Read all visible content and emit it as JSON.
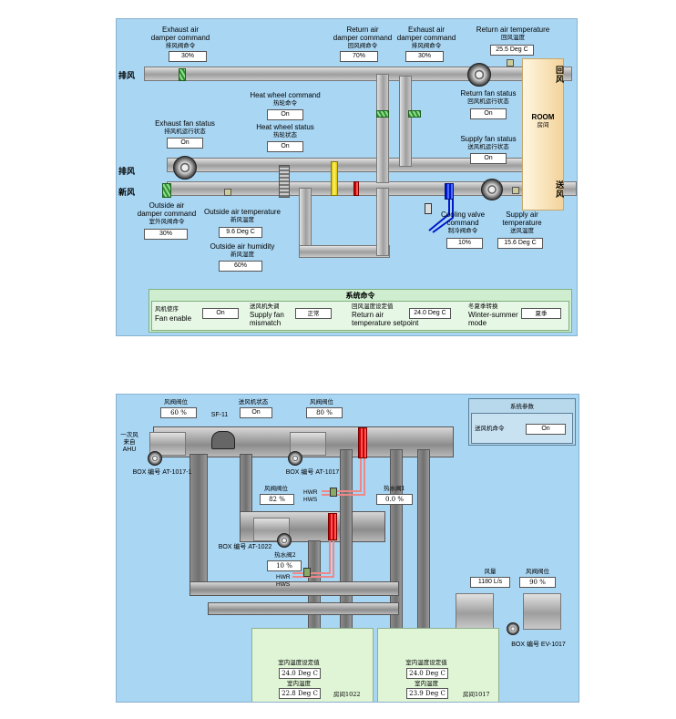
{
  "top": {
    "side": {
      "exhaust_top": "排风",
      "exhaust_mid": "排风",
      "fresh": "新风",
      "return": "回\n风",
      "supply": "送\n风"
    },
    "exhaust_damper": {
      "label1": "Exhaust air",
      "label2": "damper command",
      "cn": "排风阀命令",
      "value": "30%"
    },
    "return_damper": {
      "label1": "Return air",
      "label2": "damper command",
      "cn": "回风阀命令",
      "value": "70%"
    },
    "exhaust_damper2": {
      "label1": "Exhaust air",
      "label2": "damper command",
      "cn": "排风阀命令",
      "value": "30%"
    },
    "return_temp": {
      "label": "Return air temperature",
      "cn": "回风温度",
      "value": "25.5 Deg C"
    },
    "heat_wheel_cmd": {
      "label": "Heat wheel command",
      "cn": "热轮命令",
      "value": "On"
    },
    "heat_wheel_status": {
      "label": "Heat wheel status",
      "cn": "热轮状态",
      "value": "On"
    },
    "exhaust_fan": {
      "label": "Exhaust fan status",
      "cn": "排风机运行状态",
      "value": "On"
    },
    "return_fan": {
      "label": "Return fan status",
      "cn": "回风机运行状态",
      "value": "On"
    },
    "room": {
      "label": "ROOM",
      "cn": "房间"
    },
    "supply_fan": {
      "label": "Supply fan status",
      "cn": "送风机运行状态",
      "value": "On"
    },
    "oa_damper": {
      "label1": "Outside air",
      "label2": "damper command",
      "cn": "室外风阀命令",
      "value": "30%"
    },
    "oa_temp": {
      "label": "Outside air temperature",
      "cn": "新风温度",
      "value": "9.6 Deg C"
    },
    "oa_humidity": {
      "label": "Outside air humidity",
      "cn": "新风湿度",
      "value": "60%"
    },
    "cooling_valve": {
      "label1": "Cooling valve",
      "label2": "command",
      "cn": "制冷阀命令",
      "value": "10%"
    },
    "supply_temp": {
      "label1": "Supply air",
      "label2": "temperature",
      "cn": "送风温度",
      "value": "15.6 Deg C"
    },
    "system_cmd": {
      "title": "系统命令",
      "fan_enable": {
        "cn": "风机使序",
        "label": "Fan enable",
        "value": "On"
      },
      "supply_fan_mismatch": {
        "cn": "送风机失调",
        "label1": "Supply fan",
        "label2": "mismatch",
        "value": "正常"
      },
      "return_setpoint": {
        "cn": "回风温度设定值",
        "label1": "Return air",
        "label2": "temperature setpoint",
        "value": "24.0 Deg C"
      },
      "winter_summer": {
        "cn": "冬夏季转换",
        "label1": "Winter-summer",
        "label2": "mode",
        "value": "夏季"
      }
    }
  },
  "bottom": {
    "damper_pos1": {
      "label": "风阀阀位",
      "value": "60 %"
    },
    "sf_status": {
      "label": "送风机状态",
      "name": "SF-11",
      "value": "On"
    },
    "damper_pos2": {
      "label": "风阀阀位",
      "value": "80 %"
    },
    "ahu_label": {
      "line1": "一次风",
      "line2": "来自",
      "line3": "AHU"
    },
    "box_1017_1": {
      "label": "BOX 编号 AT-1017-1"
    },
    "box_1017": {
      "label": "BOX 编号 AT-1017"
    },
    "box_1022": {
      "label": "BOX 编号 AT-1022"
    },
    "box_ev": {
      "label": "BOX 编号 EV-1017"
    },
    "damper_pos3": {
      "label": "风阀阀位",
      "value": "82 %"
    },
    "hot_valve1": {
      "label": "热水阀1",
      "value": "0.0 %"
    },
    "hot_valve2": {
      "label": "热水阀2",
      "value": "10 %"
    },
    "damper_pos4": {
      "label": "风阀阀位",
      "value": "90 %"
    },
    "airflow": {
      "label": "风量",
      "value": "1180 L/s"
    },
    "hwr": "HWR",
    "hws": "HWS",
    "params": {
      "title": "系统参数",
      "cmd_label": "送风机命令",
      "value": "On"
    },
    "room1022": {
      "setpoint_label": "室内温度设定值",
      "setpoint": "24.0 Deg C",
      "temp_label": "室内温度",
      "temp": "22.8 Deg C",
      "room": "房间1022"
    },
    "room1017": {
      "setpoint_label": "室内温度设定值",
      "setpoint": "24.0 Deg C",
      "temp_label": "室内温度",
      "temp": "23.9 Deg C",
      "room": "房间1017"
    }
  }
}
